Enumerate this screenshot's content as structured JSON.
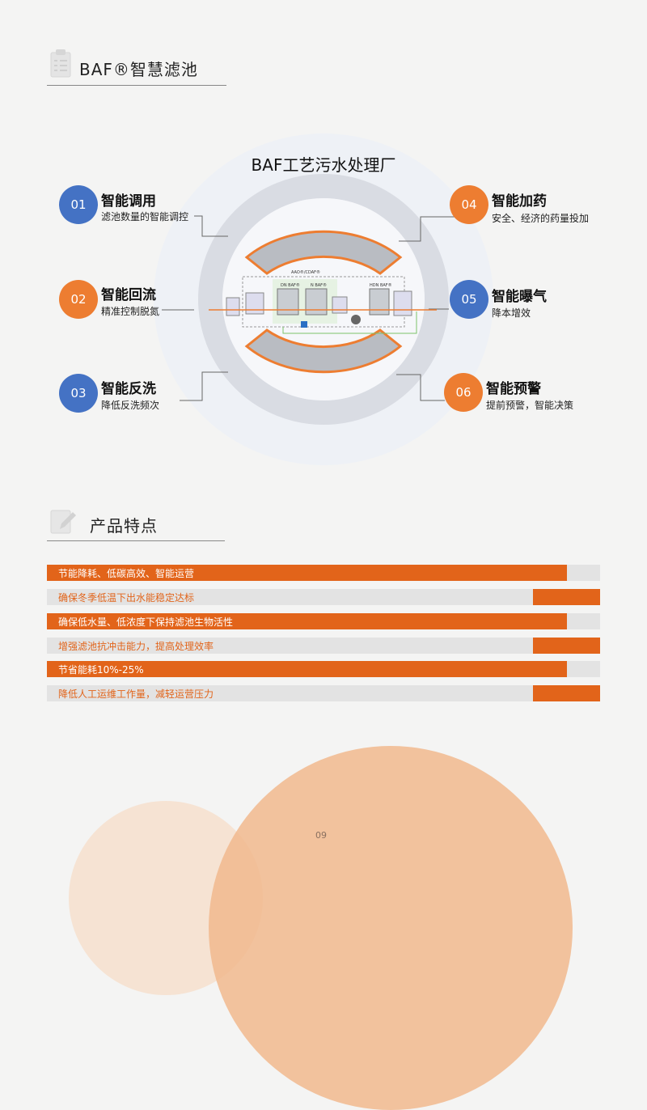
{
  "section1": {
    "title": "BAF®智慧滤池",
    "icon": "clipboard-icon"
  },
  "plant": {
    "title": "BAF工艺污水处理厂",
    "labels": {
      "group": "AAO®/CDAF®",
      "dn": "DN BAF®",
      "n": "N BAF®",
      "hdn": "HDN BAF®"
    }
  },
  "features": [
    {
      "num": "01",
      "title": "智能调用",
      "desc": "滤池数量的智能调控",
      "color": "#4472c4"
    },
    {
      "num": "02",
      "title": "智能回流",
      "desc": "精准控制脱氮",
      "color": "#ed7d31"
    },
    {
      "num": "03",
      "title": "智能反洗",
      "desc": "降低反洗频次",
      "color": "#4472c4"
    },
    {
      "num": "04",
      "title": "智能加药",
      "desc": "安全、经济的药量投加",
      "color": "#ed7d31"
    },
    {
      "num": "05",
      "title": "智能曝气",
      "desc": "降本增效",
      "color": "#4472c4"
    },
    {
      "num": "06",
      "title": "智能预警",
      "desc": "提前预警，智能决策",
      "color": "#ed7d31"
    }
  ],
  "section2": {
    "title": "产品特点",
    "icon": "edit-note-icon"
  },
  "bars": [
    {
      "text": "节能降耗、低碳高效、智能运营"
    },
    {
      "text": "确保冬季低温下出水能稳定达标"
    },
    {
      "text": "确保低水量、低浓度下保持滤池生物活性"
    },
    {
      "text": "增强滤池抗冲击能力，提高处理效率"
    },
    {
      "text": "节省能耗10%-25%"
    },
    {
      "text": "降低人工运维工作量，减轻运营压力"
    }
  ],
  "page_number": "09",
  "colors": {
    "accent": "#e2641a",
    "blue": "#4472c4",
    "orange": "#ed7d31"
  }
}
